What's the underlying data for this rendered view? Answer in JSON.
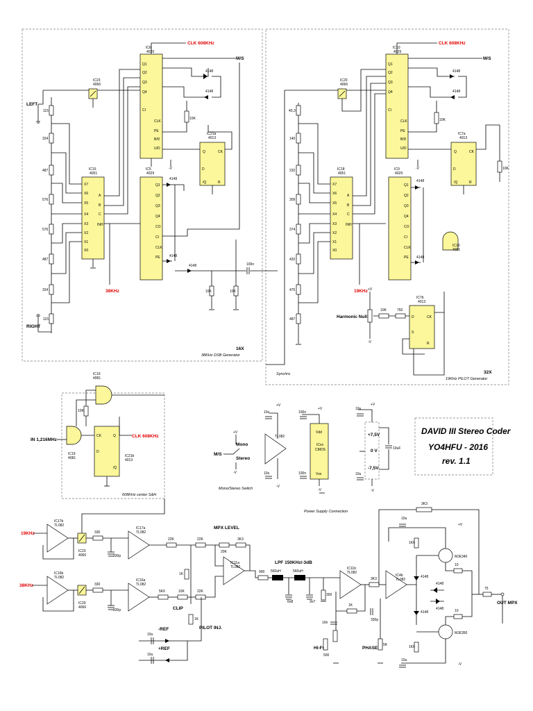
{
  "blocks": {
    "dsb": {
      "title": "16X",
      "subtitle": "38KHz DSB Generator"
    },
    "pilot": {
      "title": "32X",
      "subtitle": "19KHz PILOT Generator"
    },
    "synchro": "Synchro",
    "sh": "608KHz center S&H",
    "mono_stereo_switch": "Mono/Stereo Switch",
    "power": "Power Supply Connection"
  },
  "labels": {
    "left": "LEFT",
    "right": "RIGHT",
    "in_1216": "IN 1,216MHz",
    "harmonic_null": "Harmonic Null",
    "ms": "M/S",
    "mono": "Mono",
    "stereo": "Stereo",
    "mpx_level": "MPX LEVEL",
    "clip": "CLIP",
    "pilot_inj": "PILOT INJ.",
    "lpf": "LPF 150KHz/-3dB",
    "hifq": "HI-FQ",
    "phase": "PHASE",
    "out_mpx": "OUT MPX",
    "minus_ref": "-REF",
    "plus_ref": "+REF",
    "plus75": "+7,5V",
    "zero": "0 V",
    "minus75": "-7,5V"
  },
  "red": {
    "clk1": "CLK 608KHz",
    "clk2": "CLK 608KHz",
    "clk3": "CLK 608KHz",
    "k38a": "38KHz",
    "k19a": "19KHz",
    "k19b": "19KHz",
    "k38b": "38KHz"
  },
  "ics": {
    "ic6": {
      "name": "IC6",
      "part": "4029"
    },
    "ic23": {
      "name": "IC23",
      "part": "4066"
    },
    "ic15": {
      "name": "IC15",
      "part": "4051"
    },
    "ic5": {
      "name": "IC5",
      "part": "4029"
    },
    "ic21a": {
      "name": "IC21a",
      "part": "4013"
    },
    "ic10": {
      "name": "IC10",
      "part": "4029"
    },
    "ic20": {
      "name": "IC20",
      "part": "4066"
    },
    "ic18": {
      "name": "IC18",
      "part": "4051"
    },
    "ic9": {
      "name": "IC9",
      "part": "4029"
    },
    "ic7a": {
      "name": "IC7a",
      "part": "4013"
    },
    "ic19": {
      "name": "IC19",
      "part": "4081"
    },
    "ic7b": {
      "name": "IC7b",
      "part": "4013"
    },
    "ic19b": {
      "name": "IC19",
      "part": "4081"
    },
    "ic19c": {
      "name": "IC19",
      "part": "4081"
    },
    "ic21b": {
      "name": "IC21b",
      "part": "4013"
    },
    "tl082": {
      "name": "TL082"
    },
    "icxx": {
      "name": "ICxx",
      "part": "CMOS"
    },
    "ic17b": {
      "name": "IC17b",
      "part": "TL082"
    },
    "ic17a": {
      "name": "IC17a",
      "part": "TL082"
    },
    "ic16b": {
      "name": "IC16b",
      "part": "TL082"
    },
    "ic16a": {
      "name": "IC16a",
      "part": "TL082"
    },
    "ic11a": {
      "name": "IC11a",
      "part": "TL082"
    },
    "ic11b": {
      "name": "IC11b",
      "part": "TL082"
    },
    "ic4b": {
      "name": "IC4b",
      "part": "TL082"
    },
    "ic23b": {
      "name": "IC23",
      "part": "4066"
    },
    "ic20b": {
      "name": "IC20",
      "part": "4066"
    },
    "vdd": "Vdd",
    "vss": "Vss"
  },
  "pins_counter": [
    "Q1",
    "Q2",
    "Q3",
    "Q4",
    "CO",
    "CI",
    "CLK",
    "PE",
    "B/D",
    "U/D"
  ],
  "pins_counter_b": [
    "Q1",
    "Q2",
    "Q3",
    "Q4",
    "CO",
    "CI",
    "CLK",
    "PE",
    "B/D",
    "U/D"
  ],
  "pins_counter_c": [
    "Q1",
    "Q2",
    "Q3",
    "Q4",
    "CO",
    "CI",
    "CLK",
    "PE",
    "B/D",
    "U/D"
  ],
  "pins_counter_d": [
    "Q1",
    "Q2",
    "Q3",
    "Q4",
    "CO",
    "CI",
    "CLK",
    "PE",
    "B/D",
    "U/D"
  ],
  "pins_mux": [
    "X7",
    "X6",
    "X5",
    "X4",
    "X3",
    "X2",
    "X1",
    "X0",
    "A",
    "B",
    "C",
    "INH"
  ],
  "pins_mux_b": [
    "X7",
    "X6",
    "X5",
    "X4",
    "X3",
    "X2",
    "X1",
    "X0",
    "A",
    "B",
    "C",
    "INH"
  ],
  "pins_ff": [
    "D",
    "CK",
    "Q",
    "/Q",
    "S",
    "R"
  ],
  "pins_ff_b": [
    "D",
    "CK",
    "Q",
    "/Q",
    "S",
    "R"
  ],
  "pins_ff_c": [
    "D",
    "CK",
    "Q",
    "/Q",
    "S",
    "R"
  ],
  "pins_ff_d": [
    "D",
    "CK",
    "Q",
    "/Q",
    "S",
    "R"
  ],
  "components": {
    "r115a": "115",
    "r324a": "324",
    "r487a": "487",
    "r576a": "576",
    "r576b": "576",
    "r487b": "487",
    "r324b": "324",
    "r115b": "115",
    "r403": "40,3",
    "r140": "140",
    "r232": "232",
    "r309": "309",
    "r374": "374",
    "r432": "432",
    "r475": "475",
    "r487c": "487",
    "r10k_a": "10K",
    "r10k_b": "10K",
    "r10k_c": "10K",
    "r10k_d": "10K",
    "r10k_e": "10K",
    "r10k_f": "10K",
    "r10k_g": "10K",
    "r10k_h": "10K",
    "c100n": "100n",
    "d4148_a": "4148",
    "d4148_b": "4148",
    "d4148_c": "4148",
    "d4148_d": "4148",
    "d4148_e": "4148",
    "d4148_f": "4148",
    "d4148_g": "4148",
    "d4148_h": "4148",
    "d4148_i": "4148",
    "r750": "750",
    "r10k_hn": "10K",
    "c10u_a": "10u",
    "c10u_b": "10u",
    "c100n_a": "100n",
    "c100n_b": "100n",
    "c10u_c": "10u",
    "c10u_d": "10u",
    "c10uf": "10uF",
    "r330_a": "330",
    "r330_b": "330",
    "c330p_a": "330p",
    "c330p_b": "330p",
    "r22k_a": "22K",
    "r22k_b": "22K",
    "r22k_c": "22K",
    "r3k3": "3K3",
    "r20k": "20K",
    "r1k_a": "1K",
    "r1k_b": "1K",
    "r5k6": "5K6",
    "r10k_clip": "10K",
    "r900": "900",
    "l560u_a": "560uH",
    "l560u_b": "560uH",
    "c6n8": "6n8",
    "c3n7": "3n7",
    "r300": "300",
    "r3k3_b": "3K3",
    "r1k_c": "1K",
    "c330p_c": "330p",
    "r5k": "5K",
    "r3k3_fb": "3K3",
    "r75": "75",
    "r10_a": "10",
    "r10_b": "10",
    "q_mje340": "MJE340",
    "q_mje350": "MJE350",
    "r1k_q1": "1K0",
    "r1k_q2": "1K0",
    "r500": "500",
    "c10n": "10n",
    "c10u_e": "10u",
    "c10u_f": "10u",
    "c10u_g": "10u",
    "c10u_h": "10u"
  },
  "supply": {
    "pos": "+V",
    "neg": "-V"
  },
  "title_box": {
    "line1": "DAVID III Stereo Coder",
    "line2": "YO4HFU - 2016",
    "line3": "rev. 1.1"
  }
}
